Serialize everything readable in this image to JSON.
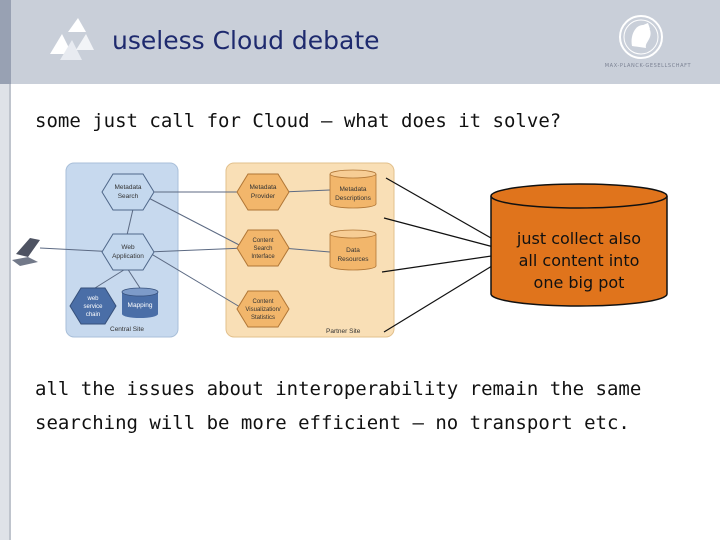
{
  "slide": {
    "title": "useless Cloud debate",
    "line1": "some just call for Cloud – what does it solve?",
    "line2": "all the issues about interoperability remain the same",
    "line3": "searching will be more efficient – no transport etc."
  },
  "branding": {
    "seal_caption": "MAX-PLANCK-GESELLSCHAFT"
  },
  "diagram": {
    "metadata_search": [
      "Metadata",
      "Search"
    ],
    "web_application": [
      "Web",
      "Application"
    ],
    "web_service_chain": [
      "web",
      "service",
      "chain"
    ],
    "mapping": "Mapping",
    "central_site": "Central Site",
    "metadata_provider": [
      "Metadata",
      "Provider"
    ],
    "content_search_interface": [
      "Content",
      "Search",
      "Interface"
    ],
    "content_visualization": [
      "Content",
      "Visualization/",
      "Statistics"
    ],
    "metadata_descriptions": [
      "Metadata",
      "Descriptions"
    ],
    "data_resources": [
      "Data",
      "Resources"
    ],
    "partner_site": "Partner Site"
  },
  "cloud_pot": {
    "lines": [
      "just collect also",
      "all content into",
      "one big pot"
    ],
    "color": "#e0741c"
  }
}
